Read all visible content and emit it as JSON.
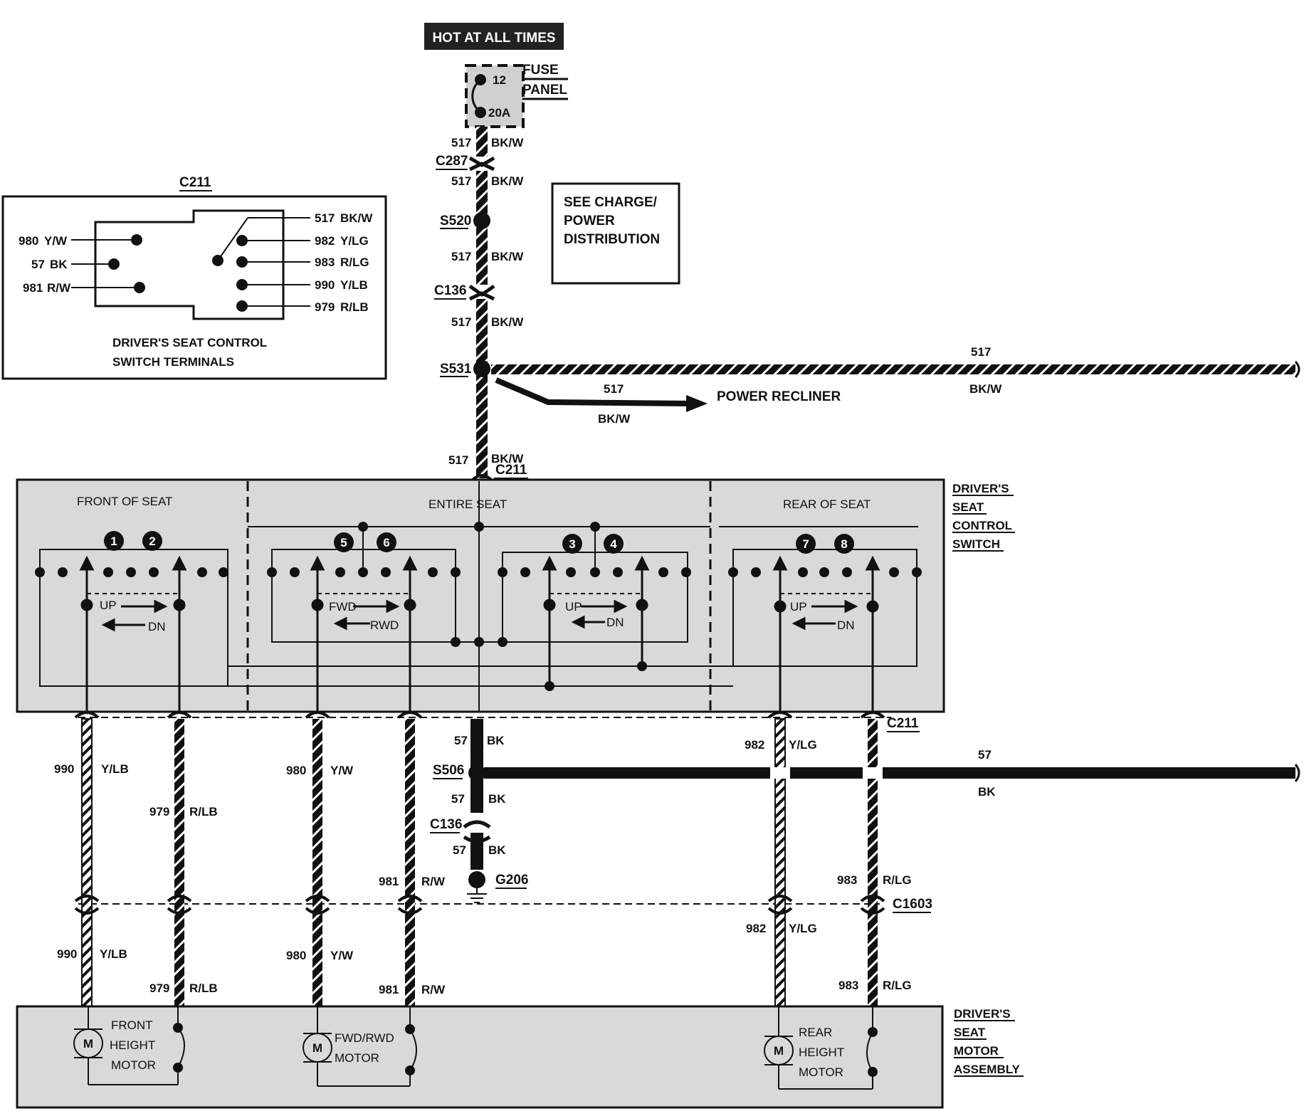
{
  "header": {
    "hot_label": "HOT AT ALL TIMES"
  },
  "fuse": {
    "number": "12",
    "rating": "20A",
    "panel_line1": "FUSE",
    "panel_line2": "PANEL"
  },
  "see_box": {
    "line1": "SEE CHARGE/",
    "line2": "POWER",
    "line3": "DISTRIBUTION"
  },
  "connectors": {
    "c287": "C287",
    "c136": "C136",
    "c211": "C211",
    "c1603": "C1603",
    "s520": "S520",
    "s531": "S531",
    "s506": "S506",
    "g206": "G206"
  },
  "wire_517": {
    "circuit": "517",
    "color": "BK/W"
  },
  "wire_57": {
    "circuit": "57",
    "color": "BK"
  },
  "recliner": {
    "circuit": "517",
    "color": "BK/W",
    "label": "POWER RECLINER"
  },
  "terminal_box": {
    "title": "C211",
    "left": [
      {
        "circuit": "980",
        "color": "Y/W"
      },
      {
        "circuit": "57",
        "color": "BK"
      },
      {
        "circuit": "981",
        "color": "R/W"
      }
    ],
    "right": [
      {
        "circuit": "517",
        "color": "BK/W"
      },
      {
        "circuit": "982",
        "color": "Y/LG"
      },
      {
        "circuit": "983",
        "color": "R/LG"
      },
      {
        "circuit": "990",
        "color": "Y/LB"
      },
      {
        "circuit": "979",
        "color": "R/LB"
      }
    ],
    "caption1": "DRIVER'S SEAT CONTROL",
    "caption2": "SWITCH TERMINALS"
  },
  "switch": {
    "sections": [
      "FRONT OF SEAT",
      "ENTIRE SEAT",
      "REAR OF SEAT"
    ],
    "label": [
      "DRIVER'S",
      "SEAT",
      "CONTROL",
      "SWITCH"
    ],
    "badges": [
      "1",
      "2",
      "5",
      "6",
      "3",
      "4",
      "7",
      "8"
    ],
    "dir_up": "UP",
    "dir_dn": "DN",
    "dir_fwd": "FWD",
    "dir_rwd": "RWD"
  },
  "wires": [
    {
      "circuit": "990",
      "color": "Y/LB"
    },
    {
      "circuit": "979",
      "color": "R/LB"
    },
    {
      "circuit": "980",
      "color": "Y/W"
    },
    {
      "circuit": "981",
      "color": "R/W"
    },
    {
      "circuit": "982",
      "color": "Y/LG"
    },
    {
      "circuit": "983",
      "color": "R/LG"
    }
  ],
  "motors": {
    "symbol": "M",
    "front": [
      "FRONT",
      "HEIGHT",
      "MOTOR"
    ],
    "fwdrwd": [
      "FWD/RWD",
      "MOTOR"
    ],
    "rear": [
      "REAR",
      "HEIGHT",
      "MOTOR"
    ],
    "assembly": [
      "DRIVER'S",
      "SEAT",
      "MOTOR",
      "ASSEMBLY"
    ]
  }
}
